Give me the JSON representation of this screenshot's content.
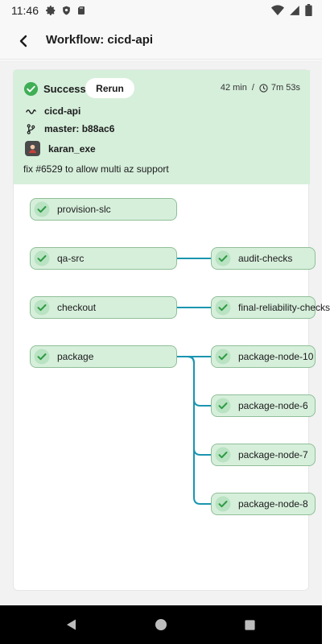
{
  "status_bar": {
    "time": "11:46"
  },
  "app_bar": {
    "title": "Workflow: cicd-api"
  },
  "summary": {
    "status": "Success",
    "rerun_label": "Rerun",
    "duration_min": "42 min",
    "separator": "/",
    "duration_total": "7m 53s",
    "repo": "cicd-api",
    "branch": "master: b88ac6",
    "user": "karan_exe",
    "commit_message": "fix #6529 to allow multi az support"
  },
  "graph": {
    "nodes": [
      {
        "label": "provision-slc"
      },
      {
        "label": "qa-src"
      },
      {
        "label": "audit-checks"
      },
      {
        "label": "checkout"
      },
      {
        "label": "final-reliability-checks"
      },
      {
        "label": "package"
      },
      {
        "label": "package-node-10"
      },
      {
        "label": "package-node-6"
      },
      {
        "label": "package-node-7"
      },
      {
        "label": "package-node-8"
      }
    ]
  },
  "colors": {
    "success_green": "#3fae55",
    "summary_bg": "#d6efdb",
    "connector": "#1a95b0"
  }
}
